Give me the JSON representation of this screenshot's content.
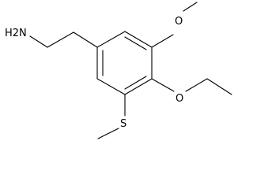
{
  "structure": {
    "atoms": {
      "amine": "H2N",
      "methoxy_oxygen": "O",
      "ethoxy_oxygen": "O",
      "sulfur": "S"
    }
  },
  "colors": {
    "line": "#000000",
    "background": "#ffffff"
  }
}
